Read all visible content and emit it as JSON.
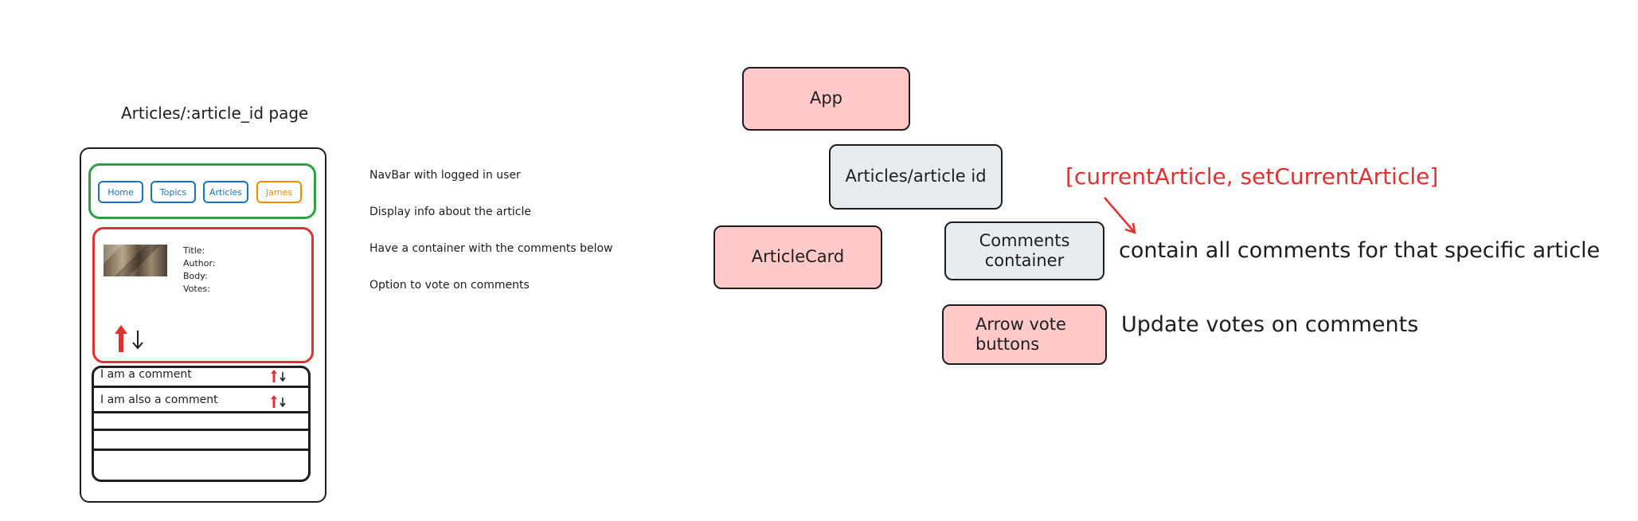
{
  "page_title": "Articles/:article_id page",
  "navbar": {
    "buttons": [
      "Home",
      "Topics",
      "Articles"
    ],
    "user": "James"
  },
  "article_card": {
    "fields": [
      "Title:",
      "Author:",
      "Body:",
      "Votes:"
    ]
  },
  "comments": [
    {
      "text": "I am a comment"
    },
    {
      "text": "I am also a comment"
    }
  ],
  "notes": [
    "NavBar with logged in user",
    "Display info about the article",
    "Have a container with the comments below",
    "Option to vote on comments"
  ],
  "tree": {
    "app": "App",
    "articles_page": "Articles/article id",
    "article_card": "ArticleCard",
    "comments_container": "Comments container",
    "arrow_vote": "Arrow vote buttons",
    "state": "[currentArticle, setCurrentArticle]",
    "comments_note": "contain all comments for that specific article",
    "votes_note": "Update votes on comments"
  },
  "colors": {
    "navbar_border": "#2f9e44",
    "nav_button": "#1971c2",
    "user_button": "#f08c00",
    "card_border": "#e03131",
    "vote_up": "#e03131",
    "node_pink": "#ffc9c9",
    "node_grey": "#e9ecef",
    "state_text": "#e03131"
  },
  "icons": [
    "arrow-up-icon",
    "arrow-down-icon",
    "article-thumbnail-image"
  ]
}
